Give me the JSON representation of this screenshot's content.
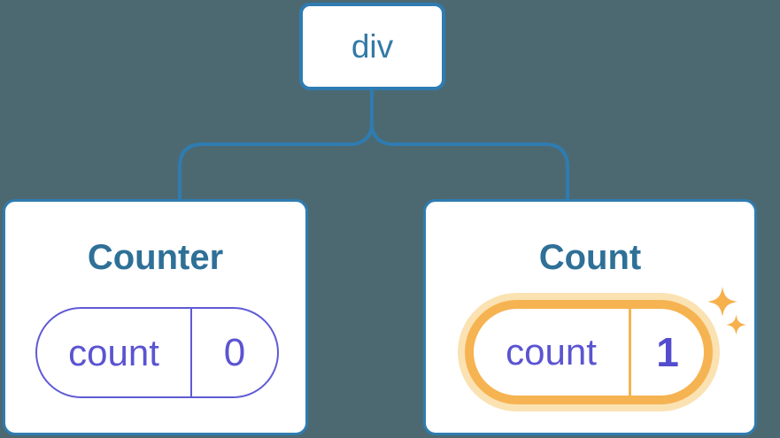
{
  "diagram": {
    "description": "Component tree with root div and two children holding state pills",
    "tree": {
      "root": {
        "label": "div"
      },
      "children": [
        {
          "title": "Counter",
          "state": {
            "key": "count",
            "value": "0"
          },
          "highlighted": false
        },
        {
          "title": "Count",
          "state": {
            "key": "count",
            "value": "1"
          },
          "highlighted": true
        }
      ]
    },
    "icons": [
      "sparkle-icon-large",
      "sparkle-icon-small"
    ]
  },
  "colors": {
    "background": "#4C6972",
    "line_blue": "#2E7CB1",
    "node_text_blue": "#337AA6",
    "title_blue": "#2E7097",
    "pill_purple": "#5F5BD6",
    "pill_text_purple": "#5B54D1",
    "pill_value_purple": "#544CCE",
    "highlight_orange": "#F6B351",
    "highlight_halo": "#FBE2B2",
    "sparkle_orange": "#F6B04C",
    "card_white": "#FFFFFF"
  }
}
